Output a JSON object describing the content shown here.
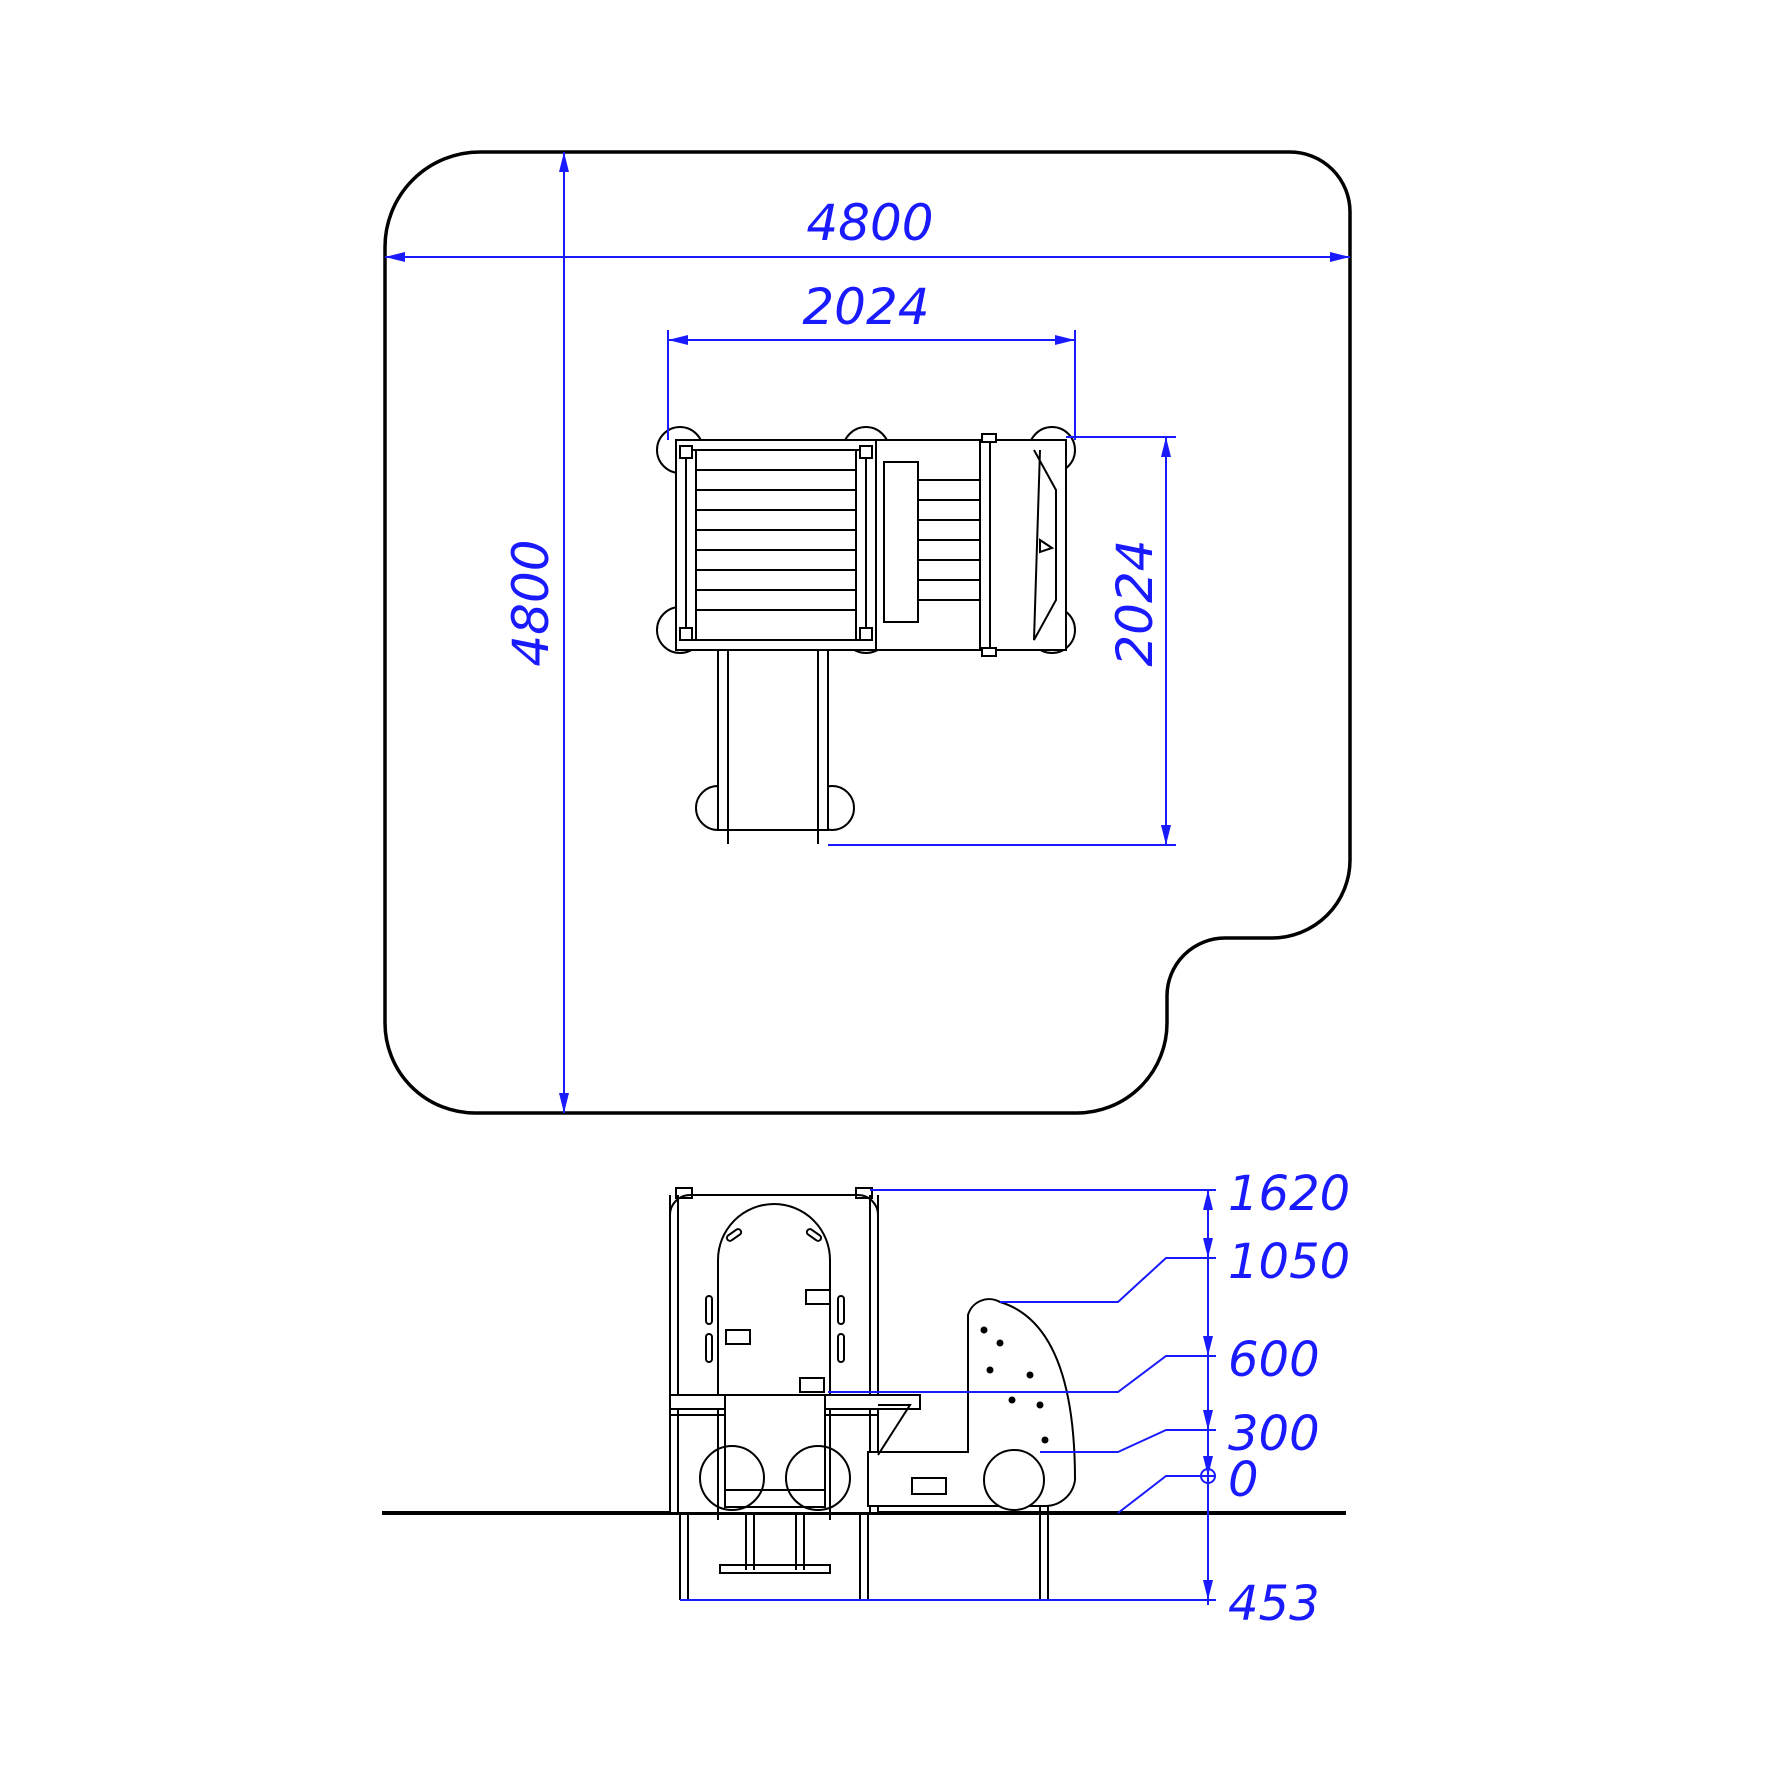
{
  "colors": {
    "outline": "#000000",
    "dimension": "#1a1aff",
    "background": "#ffffff"
  },
  "plan_view": {
    "overall_width": "4800",
    "overall_depth": "4800",
    "equipment_width": "2024",
    "equipment_depth": "2024"
  },
  "elevation_view": {
    "levels": [
      "1620",
      "1050",
      "600",
      "300",
      "0",
      "453"
    ]
  }
}
